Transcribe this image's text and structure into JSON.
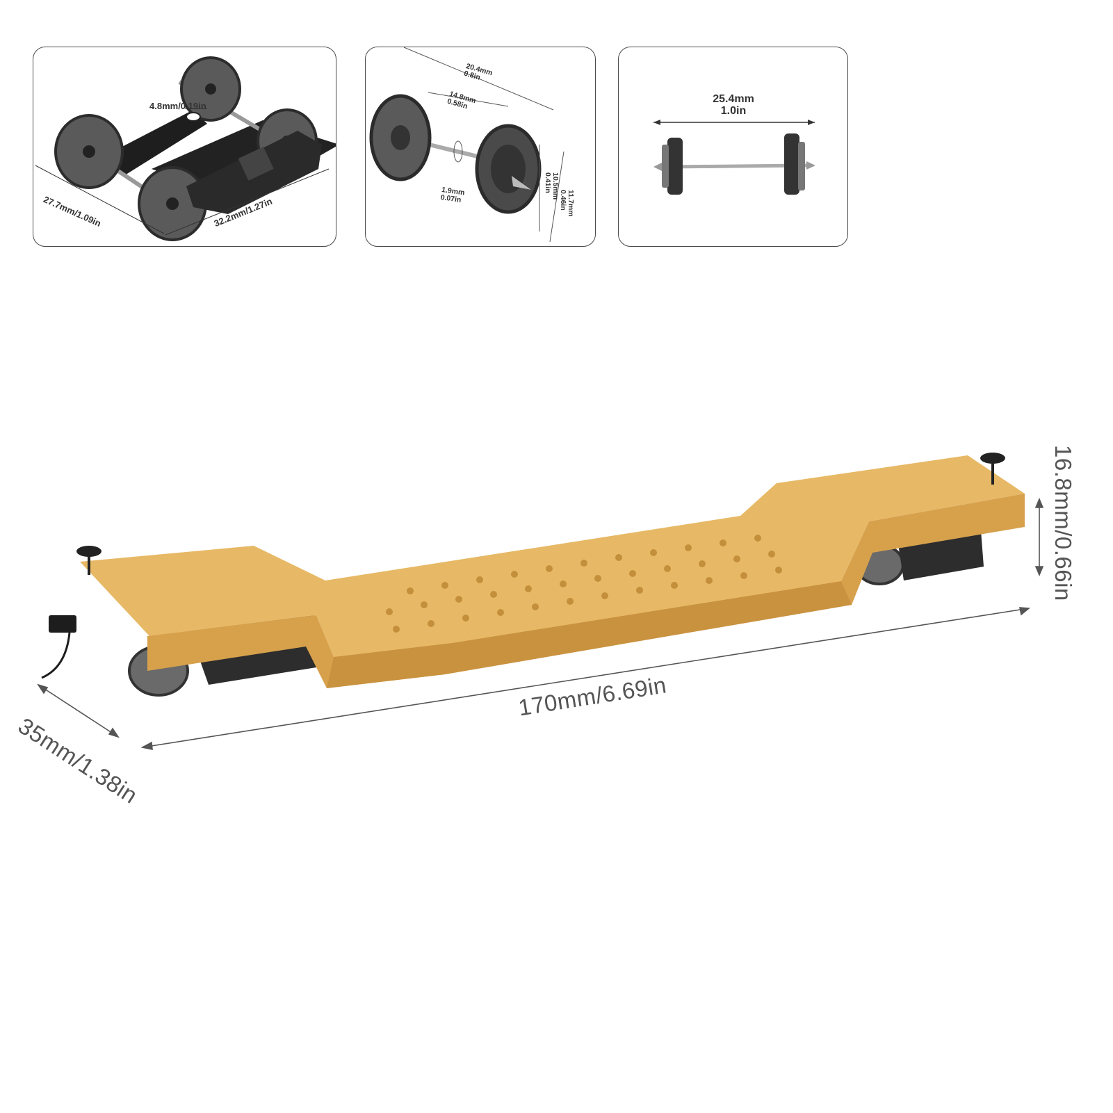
{
  "panels": {
    "truck": {
      "bolster_hole": "4.8mm/0.19in",
      "wheelbase": "27.7mm/1.09in",
      "length": "32.2mm/1.27in"
    },
    "wheel": {
      "axle_outer": {
        "mm": "20.4mm",
        "in": "0.8in"
      },
      "axle_inner": {
        "mm": "14.8mm",
        "in": "0.58in"
      },
      "axle_dia": {
        "mm": "1.9mm",
        "in": "0.07in"
      },
      "flange_dia": {
        "mm": "11.7mm",
        "in": "0.46in"
      },
      "tread_dia": {
        "mm": "10.5mm",
        "in": "0.41in"
      }
    },
    "axle": {
      "length": {
        "mm": "25.4mm",
        "in": "1.0in"
      }
    }
  },
  "car": {
    "length": "170mm/6.69in",
    "width": "35mm/1.38in",
    "height": "16.8mm/0.66in"
  },
  "colors": {
    "car_body": "#e3b35a",
    "car_shadow": "#c48f3a",
    "metal": "#3c3c3c",
    "dimension_line": "#555555"
  }
}
